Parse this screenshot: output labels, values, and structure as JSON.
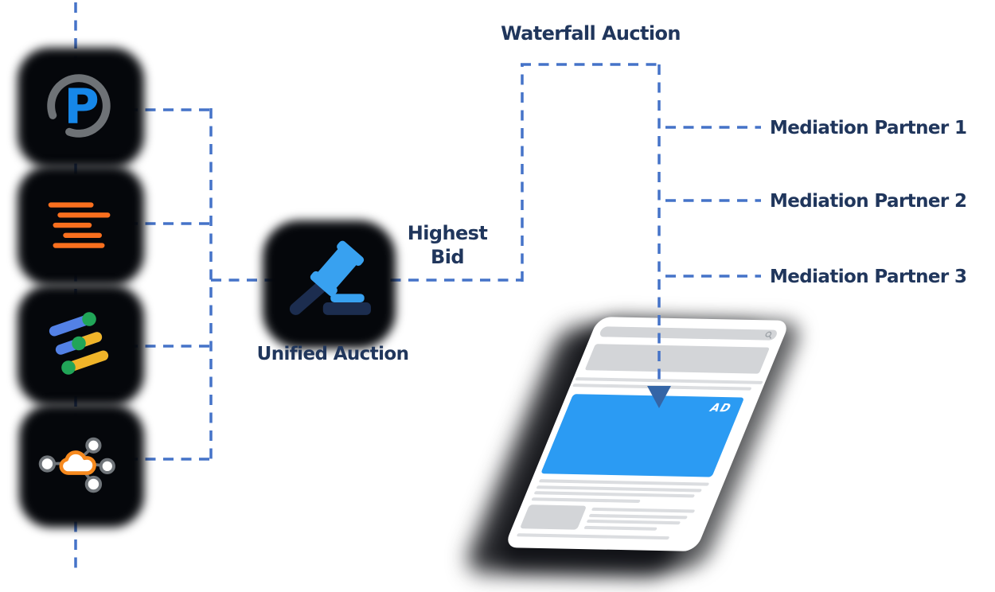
{
  "diagram_title_implicit": "In-app header bidding unified auction vs waterfall mediation",
  "labels": {
    "waterfall_auction": "Waterfall Auction",
    "unified_auction": "Unified Auction",
    "highest_bid_line1": "Highest",
    "highest_bid_line2": "Bid"
  },
  "mediation": {
    "partners": [
      "Mediation Partner 1",
      "Mediation Partner 2",
      "Mediation Partner 3"
    ]
  },
  "demand_sources": {
    "icons": [
      {
        "name": "pubmatic-p-logo",
        "letter": "P"
      },
      {
        "name": "orange-text-lines-logo"
      },
      {
        "name": "google-ad-manager-logo"
      },
      {
        "name": "cloud-network-logo"
      }
    ]
  },
  "auction": {
    "icon": "gavel-icon"
  },
  "tablet": {
    "ad_label": "AD",
    "search_icon": "magnifier-icon"
  },
  "colors": {
    "connector_blue": "#4573C8",
    "text_navy": "#20365C",
    "ad_banner_blue": "#2B9BF3",
    "arrow_navy": "#3465A6",
    "gavel_blue": "#38A1F0",
    "gavel_navy": "#1C2D4F",
    "lines_orange": "#F96F1E",
    "cloud_orange": "#F6891E",
    "gam_blue": "#5381E6",
    "gam_yellow": "#F0B429",
    "gam_green": "#21A558",
    "p_blue": "#1687E8",
    "ring_gray": "#6E7276",
    "tablet_gray": "#D3D5D8",
    "shadow_black": "#05070b",
    "background": "#FFFFFF"
  }
}
